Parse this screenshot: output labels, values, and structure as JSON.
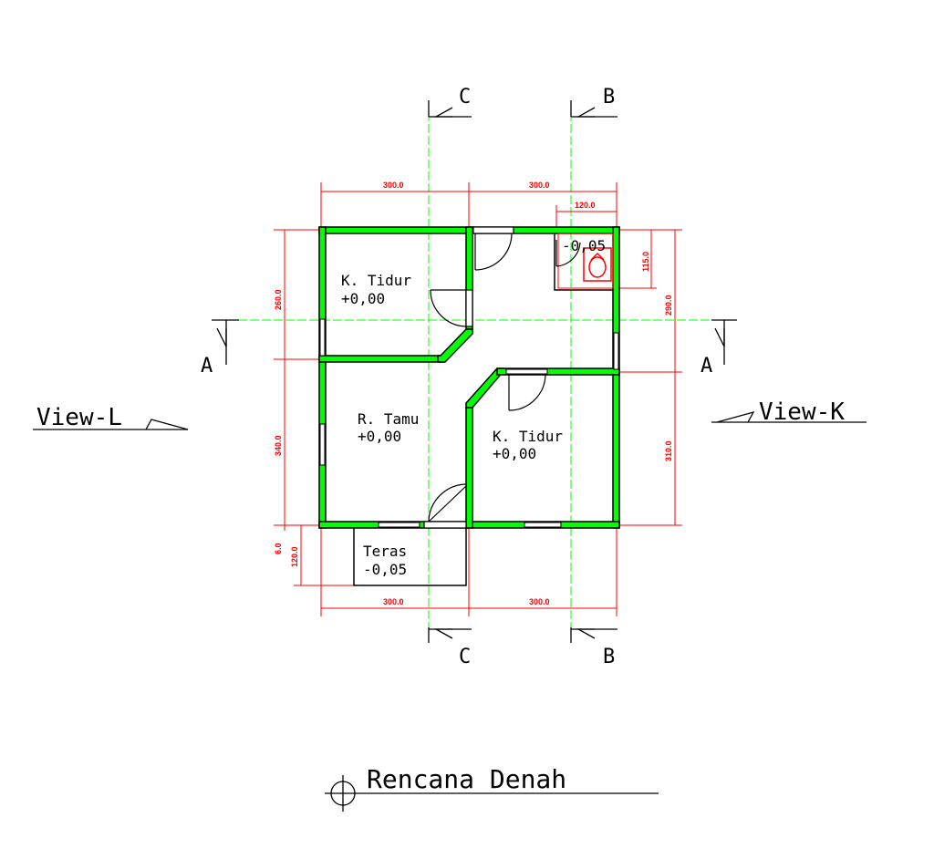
{
  "title": "Rencana Denah",
  "views": {
    "left": "View-L",
    "right": "View-K"
  },
  "sections": {
    "a": "A",
    "b": "B",
    "c": "C"
  },
  "rooms": [
    {
      "name": "K. Tidur",
      "level": "+0,00"
    },
    {
      "name": "R. Tamu",
      "level": "+0,00"
    },
    {
      "name": "K. Tidur",
      "level": "+0,00"
    },
    {
      "name": "Teras",
      "level": "-0,05"
    }
  ],
  "bath_level": "-0,05",
  "dimensions": {
    "top_left": "300.0",
    "top_right": "300.0",
    "top_bath": "120.0",
    "bottom_left": "300.0",
    "bottom_right": "300.0",
    "left_upper": "260.0",
    "left_lower": "340.0",
    "left_small": "6.0",
    "left_terrace": "120.0",
    "right_bath": "115.0",
    "right_upper": "290.0",
    "right_lower": "310.0"
  },
  "colors": {
    "wall_fill": "#00ff00",
    "dimension": "#ff0000",
    "axis": "#00ff00",
    "line": "#000000"
  }
}
